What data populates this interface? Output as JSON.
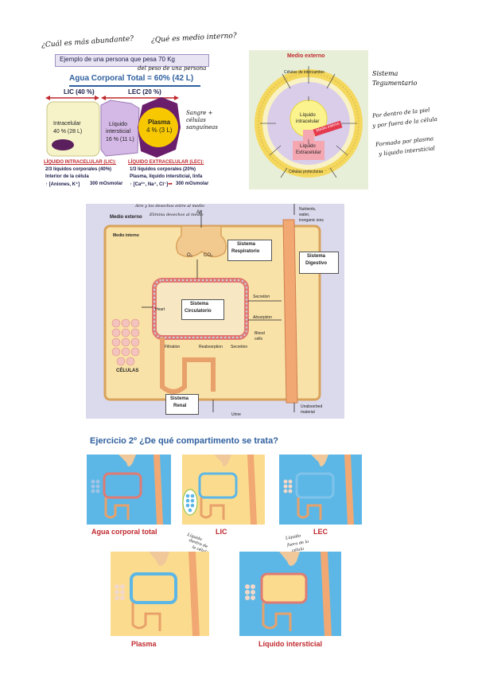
{
  "handwritten": {
    "q1": "¿Cuál es más abundante?",
    "q2": "¿Qué es medio interno?",
    "del_peso": "del peso de una persona",
    "sangre": "Sangre +",
    "celulas": "células",
    "sanguineas": "sanguíneas",
    "sistema": "Sistema",
    "tegumentario": "Tegumentario",
    "por_dentro1": "Por dentro de la piel",
    "por_dentro2": "y por fuera de la célula",
    "formado1": "Formado por plasma",
    "formado2": "y líquido intersticial",
    "aire": "Aire y los desechos entre al medio",
    "elimina": "Elimina desechos al medio",
    "lic_note1": "Líquido",
    "lic_note2": "dentro de",
    "lic_note3": "la célula",
    "lec_note1": "Líquido",
    "lec_note2": "fuera de la",
    "lec_note3": "célula"
  },
  "slide1": {
    "example": "Ejemplo de una persona que pesa 70 Kg",
    "total": "Agua Corporal Total = 60% (42 L)",
    "lic_header": "LIC (40 %)",
    "lec_header": "LEC (20 %)",
    "intra_label": "Intracelular",
    "intra_pct": "40 % (28 L)",
    "inter_label1": "Líquido",
    "inter_label2": "intersticial",
    "inter_pct": "16 % (11 L)",
    "plasma_label": "Plasma",
    "plasma_pct": "4 % (3 L)",
    "lic_title": "LÍQUIDO INTRACELULAR (LIC):",
    "lic_b1": "2/3 líquidos corporales (40%)",
    "lic_b2": "Interior de la célula",
    "lic_b3": "↑ [Aniones, K⁺]",
    "lic_osm": "300 mOsmolar",
    "lec_title": "LÍQUIDO EXTRACELULAR (LEC):",
    "lec_b1": "1/3 líquidos corporales (20%)",
    "lec_b2": "Plasma, líquido intersticial, linfa",
    "lec_b3": "↑ [Ca²⁺, Na⁺, Cl⁻]",
    "lec_osm": "300 mOsmolar"
  },
  "slide2": {
    "title": "Medio externo",
    "intercambio": "Células de intercambio",
    "intra1": "Líquido",
    "intra2": "intracelular",
    "medio_interno": "Medio interno",
    "extra1": "Líquido",
    "extra2": "Extracelular",
    "protectoras": "Células protectoras"
  },
  "slide3": {
    "medio_externo": "Medio externo",
    "medio_interno": "Medio interno",
    "air": "Air",
    "o2": "O₂",
    "co2": "CO₂",
    "resp1": "Sistema",
    "resp2": "Respiratorio",
    "nutrients1": "Nutrients,",
    "nutrients2": "water,",
    "nutrients3": "inorganic ions",
    "dig1": "Sistema",
    "dig2": "Digestivo",
    "heart": "Heart",
    "circ1": "Sistema",
    "circ2": "Circulatorio",
    "secretion": "Secretion",
    "absorption": "Absorption",
    "blood1": "Blood",
    "blood2": "cells",
    "filtration": "Filtration",
    "reabsorption": "Reabsorption",
    "secretion2": "Secretion",
    "celulas": "CÉLULAS",
    "renal1": "Sistema",
    "renal2": "Renal",
    "urine": "Urine",
    "unabs1": "Unabsorbed",
    "unabs2": "material"
  },
  "slide4": {
    "title": "Ejercicio 2º ¿De qué compartimento se trata?",
    "c1": "Agua corporal total",
    "c2": "LIC",
    "c3": "LEC",
    "c4": "Plasma",
    "c5": "Líquido intersticial"
  },
  "colors": {
    "red_title": "#c0282d",
    "blue_title": "#2f5f9e",
    "tan": "#fbdc8e",
    "sky": "#5cb7e6",
    "purple": "#7b2a7c",
    "plasma": "#f7c800"
  }
}
